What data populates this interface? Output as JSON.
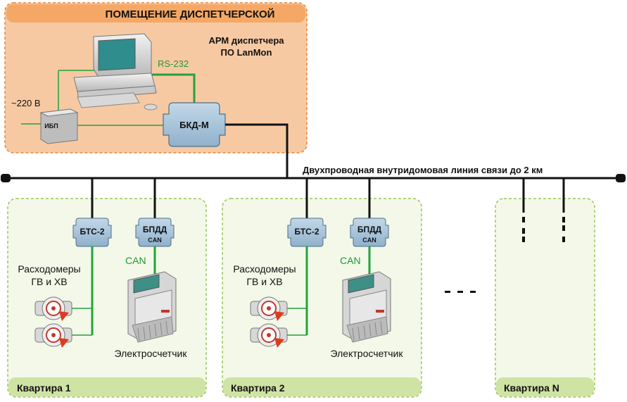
{
  "control_room": {
    "title": "ПОМЕЩЕНИЕ ДИСПЕТЧЕРСКОЙ",
    "arm_line1": "АРМ диспетчера",
    "arm_line2": "ПО LanMon",
    "rs232": "RS-232",
    "voltage": "~220 В",
    "ups": "ИБП",
    "bkd": "БКД-М"
  },
  "bus_label": "Двухпроводная внутридомовая линия связи до 2 км",
  "apartments": [
    {
      "title": "Квартира 1",
      "bts": "БТС-2",
      "bpdd": "БПДД",
      "bpdd_sub": "CAN",
      "can": "CAN",
      "flow_line1": "Расходомеры",
      "flow_line2": "ГВ и ХВ",
      "meter": "Электросчетчик"
    },
    {
      "title": "Квартира 2",
      "bts": "БТС-2",
      "bpdd": "БПДД",
      "bpdd_sub": "CAN",
      "can": "CAN",
      "flow_line1": "Расходомеры",
      "flow_line2": "ГВ и ХВ",
      "meter": "Электросчетчик"
    },
    {
      "title": "Квартира N"
    }
  ],
  "colors": {
    "control_fill": "#f7c9a3",
    "control_border": "#e8833a",
    "apt_fill": "#f3f8e8",
    "apt_border": "#9bc65a",
    "apt_title_fill": "#cfe3a4",
    "module_fill": "#9fc0d8",
    "green_line": "#22a33a"
  }
}
